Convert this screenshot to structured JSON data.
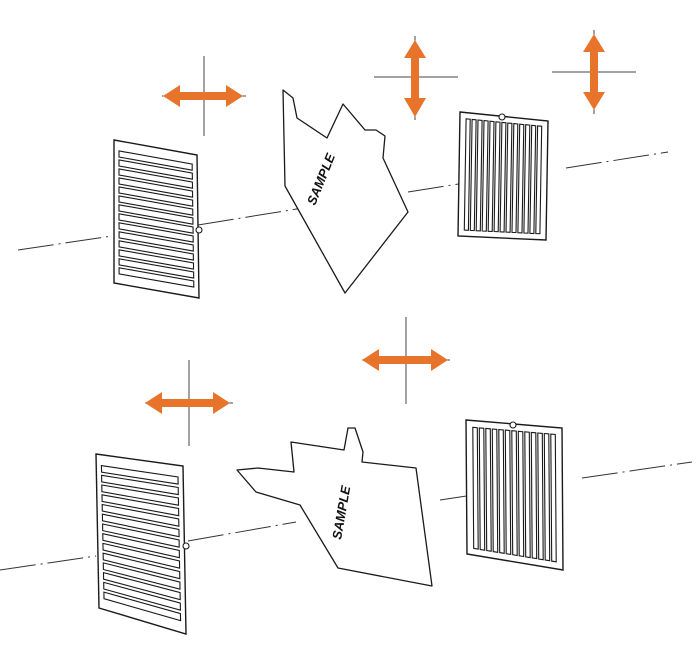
{
  "sample_label": "SAMPLE",
  "colors": {
    "arrow": "#e8742c",
    "line": "#1a1a1a"
  },
  "configurations": [
    {
      "id": "top",
      "slots": {
        "left_horizontal": 14,
        "right_vertical": 13
      },
      "arrows": [
        "horizontal",
        "vertical",
        "vertical"
      ]
    },
    {
      "id": "bottom",
      "slots": {
        "left_horizontal": 14,
        "right_vertical": 13
      },
      "arrows": [
        "horizontal",
        "horizontal"
      ]
    }
  ]
}
